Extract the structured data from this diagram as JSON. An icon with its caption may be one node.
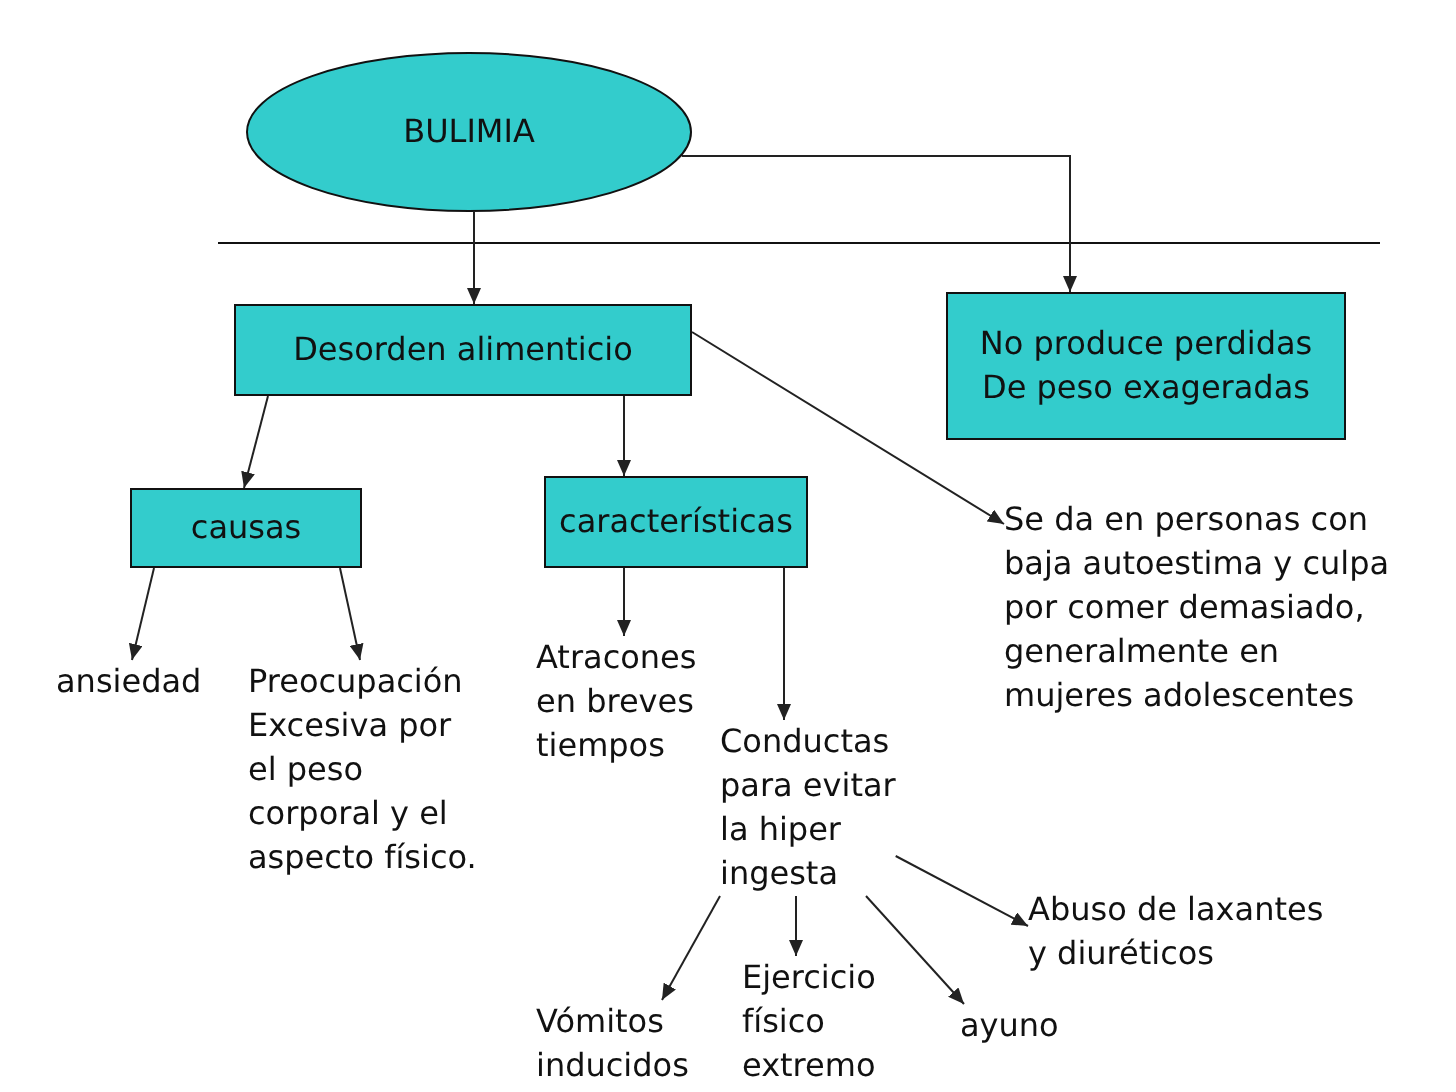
{
  "diagram": {
    "nodes": [
      {
        "text": [
          "BULIMIA"
        ]
      },
      {
        "text": [
          "Desorden alimenticio"
        ]
      },
      {
        "text": [
          "No produce perdidas De peso exageradas"
        ]
      },
      {
        "text": [
          "causas"
        ]
      },
      {
        "text": [
          "características"
        ]
      },
      {
        "text": [
          "Se da en personas con baja autoestima y culpa por comer demasiado, generalmente en mujeres adolescentes"
        ]
      },
      {
        "text": [
          "ansiedad"
        ]
      },
      {
        "text": [
          "Preocupación Excesiva por el peso corporal y el aspecto físico."
        ]
      },
      {
        "text": [
          "Atracones en breves tiempos"
        ]
      },
      {
        "text": [
          "Conductas para evitar la hiper ingesta"
        ]
      },
      {
        "text": [
          "Vómitos inducidos"
        ]
      },
      {
        "text": [
          "Ejercicio físico extremo"
        ]
      },
      {
        "text": [
          "ayuno"
        ]
      },
      {
        "text": [
          "Abuso de laxantes y diuréticos"
        ]
      }
    ],
    "edges": [
      {
        "from": 0,
        "to": 1,
        "arrow": "to"
      },
      {
        "from": 0,
        "to": 2,
        "arrow": "to"
      },
      {
        "from": 1,
        "to": 3,
        "arrow": "to"
      },
      {
        "from": 1,
        "to": 4,
        "arrow": "to"
      },
      {
        "from": 1,
        "to": 5,
        "arrow": "to"
      },
      {
        "from": 3,
        "to": 6,
        "arrow": "to"
      },
      {
        "from": 3,
        "to": 7,
        "arrow": "to"
      },
      {
        "from": 4,
        "to": 8,
        "arrow": "to"
      },
      {
        "from": 4,
        "to": 9,
        "arrow": "to"
      },
      {
        "from": 9,
        "to": 10,
        "arrow": "to"
      },
      {
        "from": 9,
        "to": 11,
        "arrow": "to"
      },
      {
        "from": 9,
        "to": 12,
        "arrow": "to"
      },
      {
        "from": 9,
        "to": 13,
        "arrow": "to"
      }
    ]
  }
}
